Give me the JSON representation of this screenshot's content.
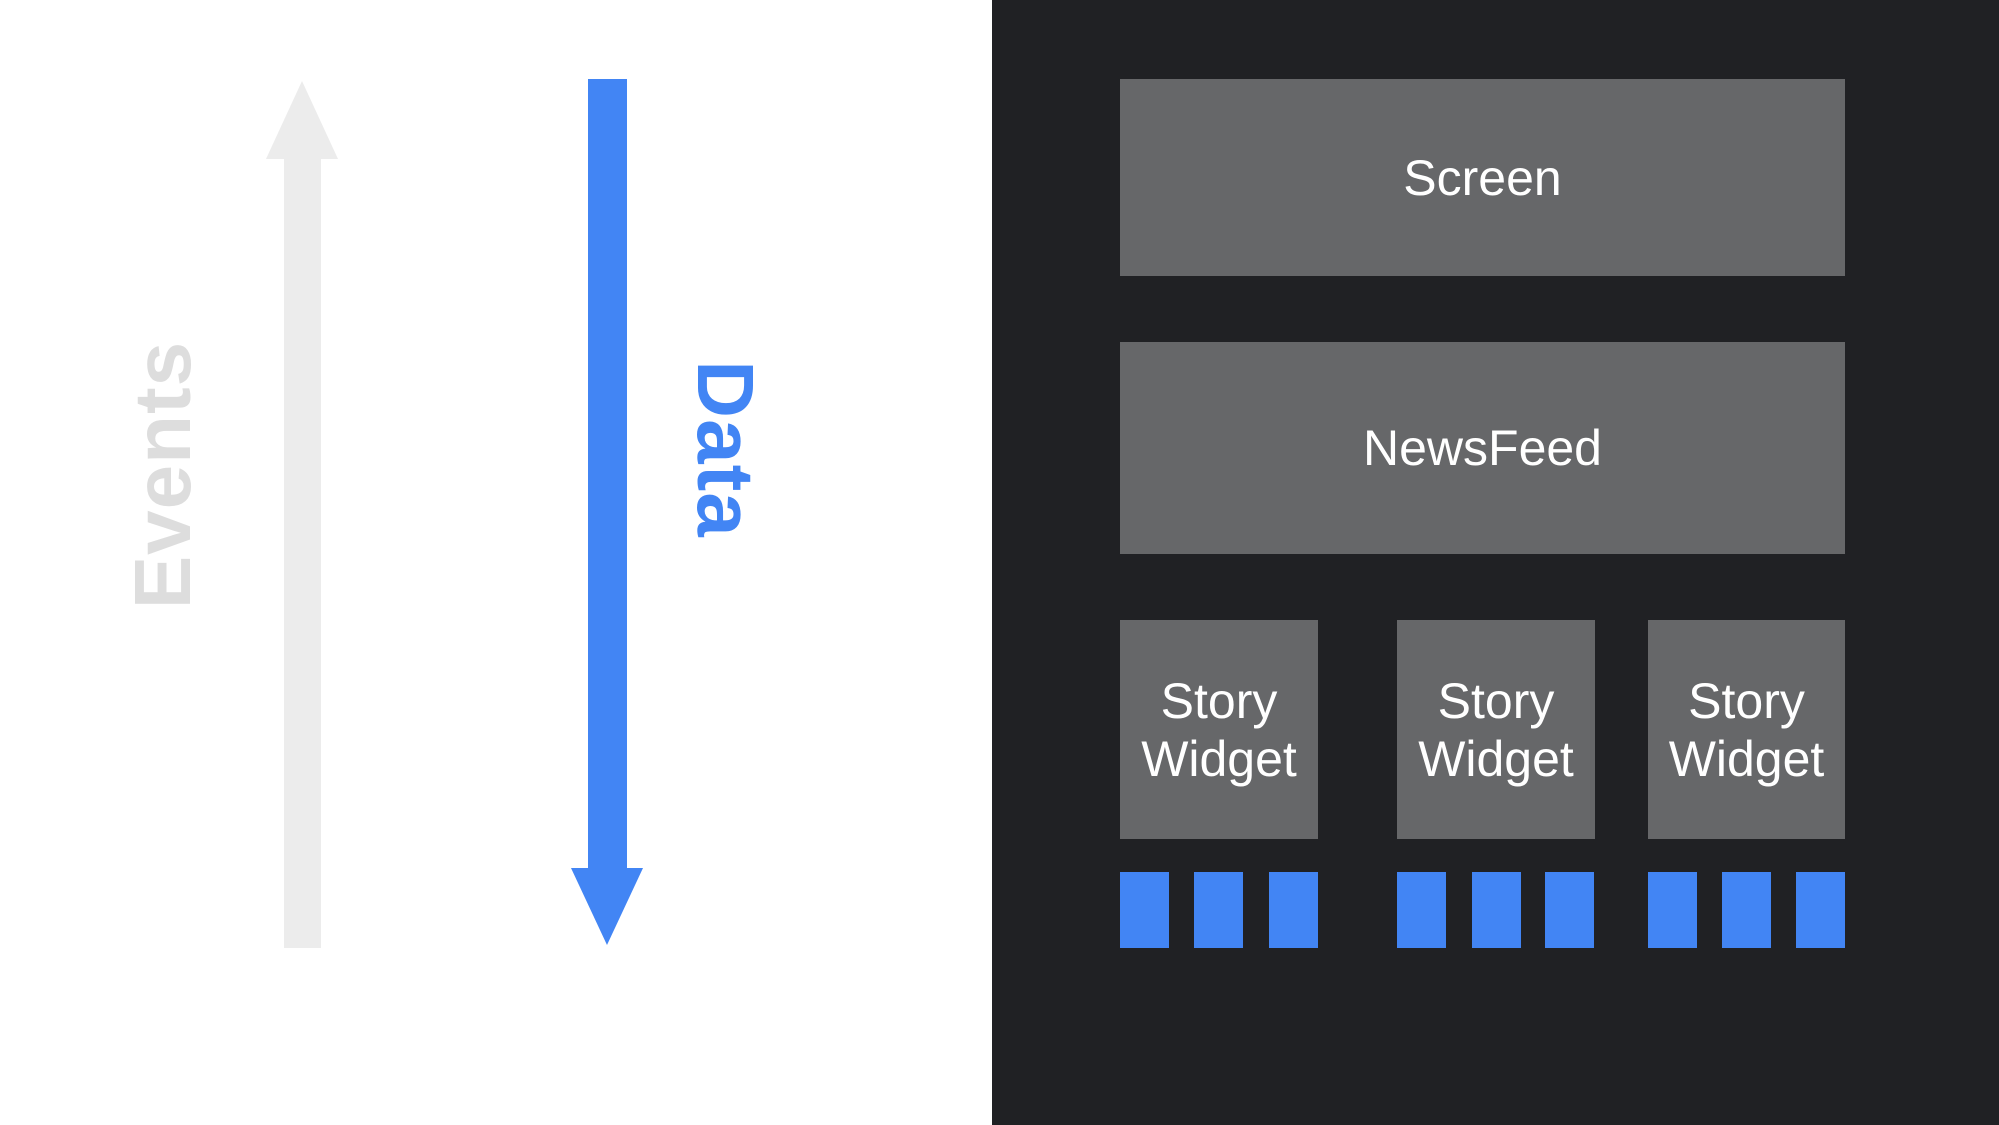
{
  "colors": {
    "left_background": "#ffffff",
    "right_background": "#202124",
    "box_gray": "#666769",
    "accent_blue": "#4285f4",
    "events_text_gray": "#dddddd",
    "events_arrow_gray": "#ececec",
    "box_text": "#ffffff"
  },
  "flow_panel": {
    "events_label": "Events",
    "data_label": "Data"
  },
  "widget_tree_panel": {
    "screen_box": {
      "label": "Screen"
    },
    "newsfeed_box": {
      "label": "NewsFeed"
    },
    "story_boxes": [
      {
        "label": "Story\nWidget",
        "squares": 3
      },
      {
        "label": "Story\nWidget",
        "squares": 3
      },
      {
        "label": "Story\nWidget",
        "squares": 3
      }
    ]
  }
}
